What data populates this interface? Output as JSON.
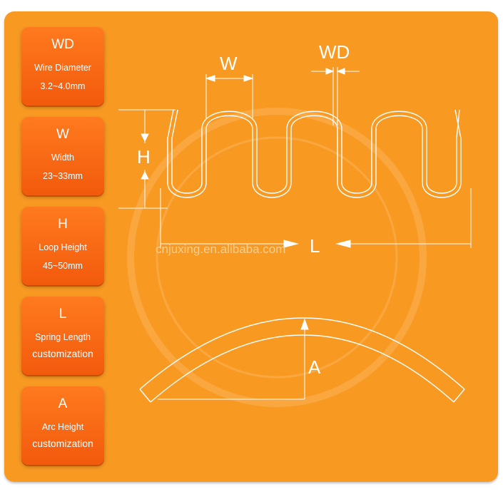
{
  "specs": [
    {
      "key": "WD",
      "title": "Wire Diameter",
      "value": "3.2~4.0mm"
    },
    {
      "key": "W",
      "title": "Width",
      "value": "23~33mm"
    },
    {
      "key": "H",
      "title": "Loop Height",
      "value": "45~50mm"
    },
    {
      "key": "L",
      "title": "Spring Length",
      "value": "customization"
    },
    {
      "key": "A",
      "title": "Arc Height",
      "value": "customization"
    }
  ],
  "diagram": {
    "label_w": "W",
    "label_wd": "WD",
    "label_h": "H",
    "label_l": "L",
    "label_a": "A",
    "watermark_url": "cnjuxing.en.alibaba.com"
  },
  "colors": {
    "background": "#f89a22",
    "card": "#f25a0c",
    "line": "#ffffff"
  }
}
